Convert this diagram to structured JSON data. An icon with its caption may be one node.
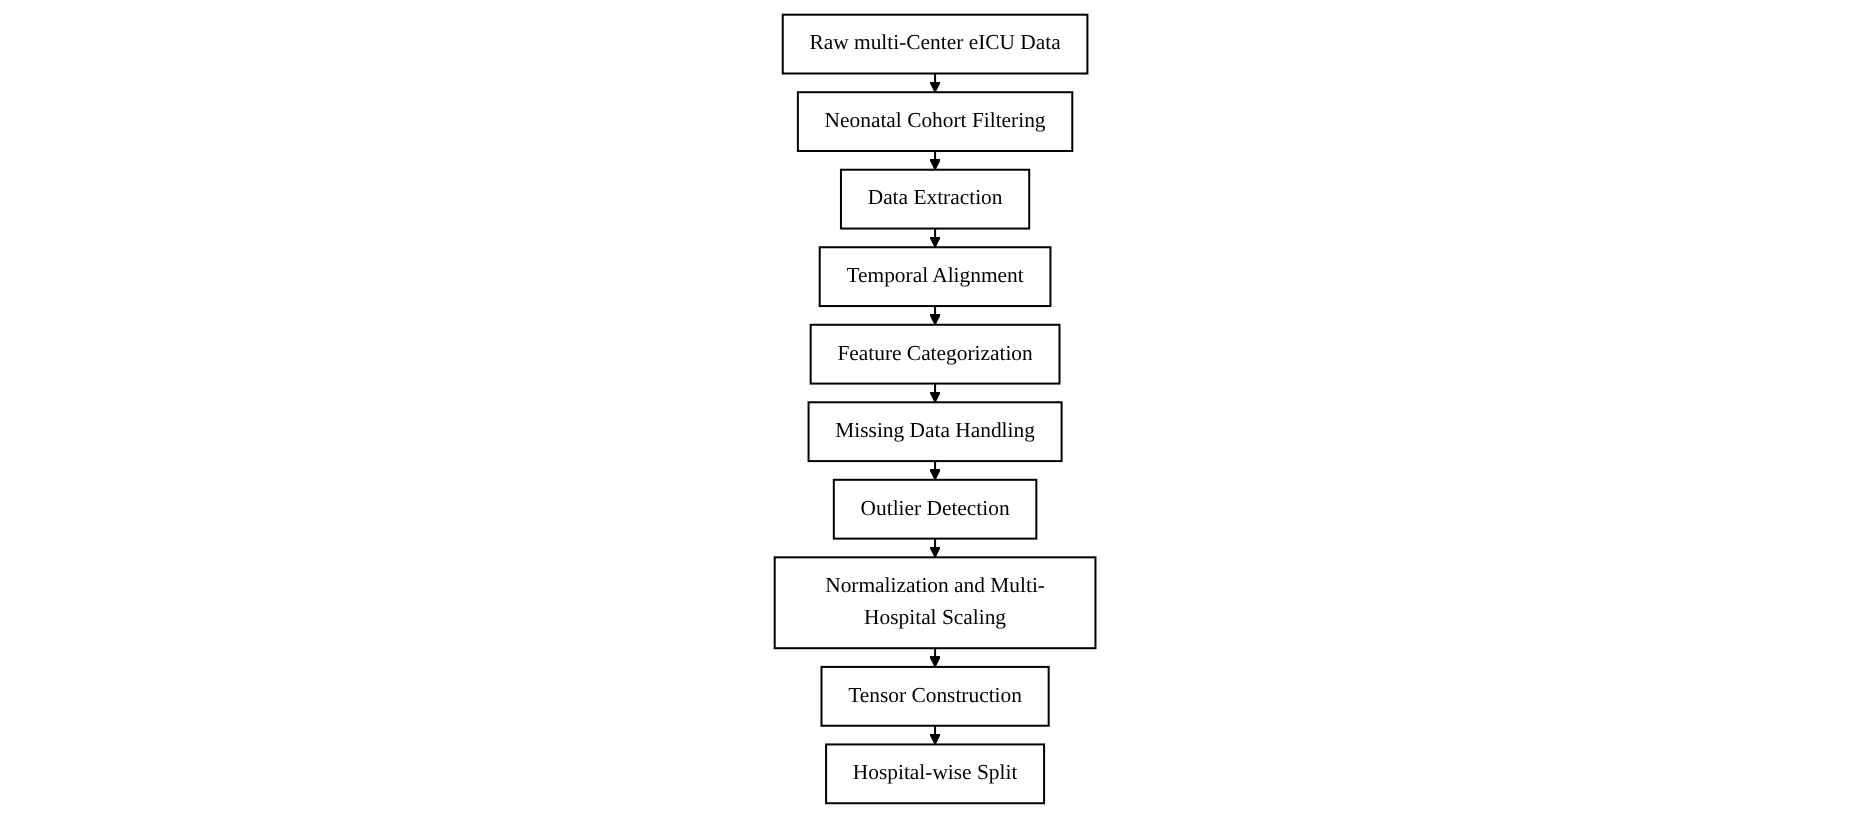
{
  "diagram": {
    "nodes": [
      {
        "text": [
          "Raw multi-Center eICU Data"
        ]
      },
      {
        "text": [
          "Neonatal Cohort Filtering"
        ]
      },
      {
        "text": [
          "Data Extraction"
        ]
      },
      {
        "text": [
          "Temporal Alignment"
        ]
      },
      {
        "text": [
          "Feature Categorization"
        ]
      },
      {
        "text": [
          "Missing Data Handling"
        ]
      },
      {
        "text": [
          "Outlier Detection"
        ]
      },
      {
        "text": [
          "Normalization and Multi-Hospital Scaling"
        ]
      },
      {
        "text": [
          "Tensor Construction"
        ]
      },
      {
        "text": [
          "Hospital-wise Split"
        ]
      }
    ],
    "edges": [
      {
        "from": 0,
        "to": 1,
        "arrow": "to"
      },
      {
        "from": 1,
        "to": 2,
        "arrow": "to"
      },
      {
        "from": 2,
        "to": 3,
        "arrow": "to"
      },
      {
        "from": 3,
        "to": 4,
        "arrow": "to"
      },
      {
        "from": 4,
        "to": 5,
        "arrow": "to"
      },
      {
        "from": 5,
        "to": 6,
        "arrow": "to"
      },
      {
        "from": 6,
        "to": 7,
        "arrow": "to"
      },
      {
        "from": 7,
        "to": 8,
        "arrow": "to"
      },
      {
        "from": 8,
        "to": 9,
        "arrow": "to"
      }
    ]
  }
}
